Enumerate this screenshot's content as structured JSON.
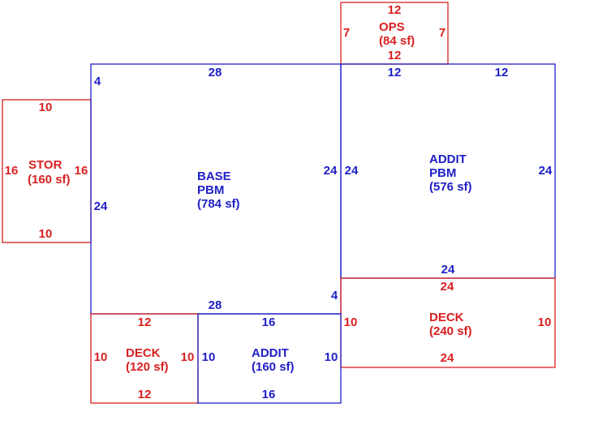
{
  "colors": {
    "blue": "#2020c8",
    "red": "#d82020"
  },
  "areas": {
    "ops": {
      "name": "OPS",
      "area": "(84 sf)",
      "dim_top": "12",
      "dim_left": "7",
      "dim_right": "7",
      "dim_bottom": "12"
    },
    "stor": {
      "name": "STOR",
      "area": "(160 sf)",
      "dim_top": "10",
      "dim_left": "16",
      "dim_right": "16",
      "dim_bottom": "10"
    },
    "base": {
      "name": "BASE",
      "type": "PBM",
      "area": "(784 sf)",
      "dim_top": "28",
      "dim_bottom": "28",
      "dim_right": "24",
      "dim_left_upper": "4",
      "dim_left": "24",
      "dim_right_lower": "4"
    },
    "addit_pbm": {
      "name": "ADDIT",
      "type": "PBM",
      "area": "(576 sf)",
      "dim_top_left": "12",
      "dim_top_right": "12",
      "dim_left": "24",
      "dim_right": "24",
      "dim_bottom": "24"
    },
    "deck_large": {
      "name": "DECK",
      "area": "(240 sf)",
      "dim_top": "24",
      "dim_left": "10",
      "dim_right": "10",
      "dim_bottom": "24"
    },
    "deck_small": {
      "name": "DECK",
      "area": "(120 sf)",
      "dim_top": "12",
      "dim_left": "10",
      "dim_right": "10",
      "dim_bottom": "12"
    },
    "addit_small": {
      "name": "ADDIT",
      "area": "(160 sf)",
      "dim_top": "16",
      "dim_left": "10",
      "dim_right": "10",
      "dim_bottom": "16"
    }
  }
}
